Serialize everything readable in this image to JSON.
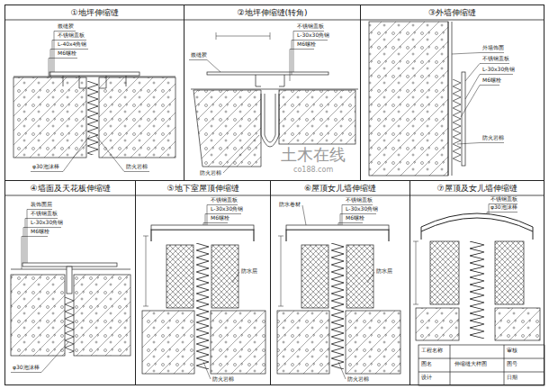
{
  "diagram": {
    "nodes": [
      {
        "text": [
          "①地坪伸缩缝"
        ]
      },
      {
        "text": [
          "②地坪伸缩缝(转角)"
        ]
      },
      {
        "text": [
          "③外墙伸缩缝"
        ]
      },
      {
        "text": [
          "④墙面及天花板伸缩缝"
        ]
      },
      {
        "text": [
          "⑤地下室屋顶伸缩缝"
        ]
      },
      {
        "text": [
          "⑥屋顶女儿墙伸缩缝"
        ]
      },
      {
        "text": [
          "⑦屋顶及女儿墙伸缩缝"
        ]
      }
    ],
    "labels": [
      "土木在线",
      "co188.com",
      "嵌缝胶",
      "不锈钢盖板",
      "L-40x4角钢",
      "M6螺栓",
      "φ30泡沫棒",
      "防火岩棉",
      "嵌缝胶",
      "不锈钢盖板",
      "L-30x30角钢",
      "M6螺栓",
      "防火岩棉",
      "外墙饰面",
      "不锈钢盖板",
      "L-30x30角钢",
      "M6螺栓",
      "防火岩棉",
      "装饰面层",
      "不锈钢盖板",
      "L-30x30角钢",
      "M6螺栓",
      "φ30泡沫棒",
      "不锈钢盖板",
      "L-30x30角钢",
      "M6螺栓",
      "防水层",
      "防火岩棉",
      "防水卷材",
      "不锈钢盖板",
      "L-30x30角钢",
      "M6螺栓",
      "防水层",
      "防火岩棉",
      "不锈钢盖板",
      "φ30泡沫棒",
      "工程名称",
      "图名",
      "设计",
      "伸缩缝大样图",
      "审核",
      "图号",
      "日期"
    ]
  }
}
